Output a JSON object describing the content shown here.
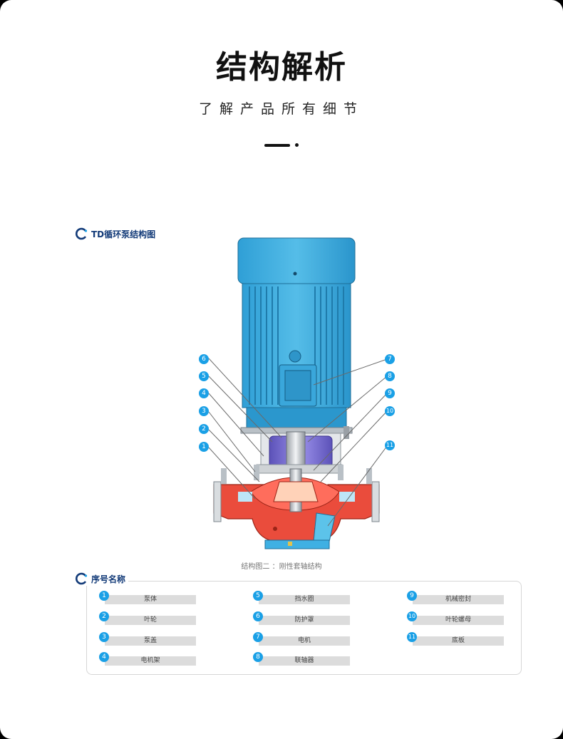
{
  "header": {
    "title": "结构解析",
    "subtitle": "了解产品所有细节"
  },
  "diagram_section": {
    "label": "TD循环泵结构图",
    "caption": "结构图二 ：刚性套轴结构"
  },
  "colors": {
    "motor_blue": "#4cb4e2",
    "casing_red": "#ea4c3c",
    "shaft_purple": "#7b6fd1",
    "frame_grey": "#cfd3d6",
    "callout_blue": "#1aa0e6",
    "brand_navy": "#123a78"
  },
  "callouts_left": [
    "6",
    "5",
    "4",
    "3",
    "2",
    "1"
  ],
  "callouts_right": [
    "7",
    "8",
    "9",
    "10",
    "11"
  ],
  "legend": {
    "label": "序号名称",
    "items": [
      {
        "num": "1",
        "name": "泵体"
      },
      {
        "num": "2",
        "name": "叶轮"
      },
      {
        "num": "3",
        "name": "泵盖"
      },
      {
        "num": "4",
        "name": "电机架"
      },
      {
        "num": "5",
        "name": "挡水圈"
      },
      {
        "num": "6",
        "name": "防护罩"
      },
      {
        "num": "7",
        "name": "电机"
      },
      {
        "num": "8",
        "name": "联轴器"
      },
      {
        "num": "9",
        "name": "机械密封"
      },
      {
        "num": "10",
        "name": "叶轮螺母"
      },
      {
        "num": "11",
        "name": "底板"
      }
    ]
  }
}
